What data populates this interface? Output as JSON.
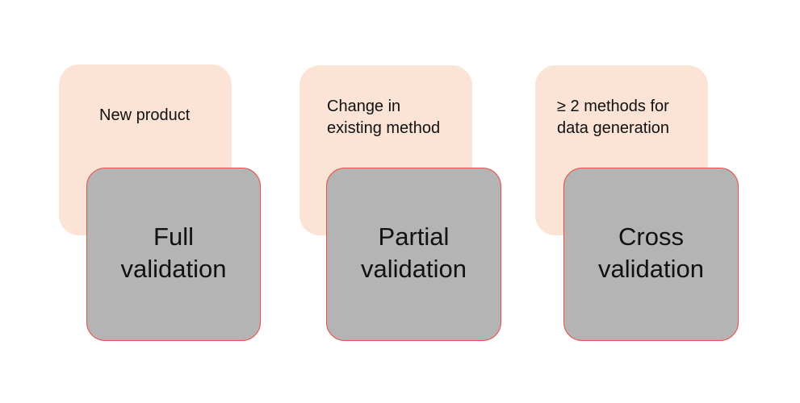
{
  "canvas": {
    "background": "#ffffff"
  },
  "colors": {
    "canvas_bg": "#ffffff",
    "peach_fill": "#fbe3d6",
    "gray_fill": "#b5b4b4",
    "red_border": "#e85048",
    "text_color": "#111111"
  },
  "cards": [
    {
      "condition": "New product",
      "condition_lines": [
        "New product",
        ""
      ],
      "validation": "Full validation",
      "validation_lines": [
        "Full",
        "validation"
      ]
    },
    {
      "condition": "Change in existing method",
      "condition_lines": [
        "Change in",
        "existing method"
      ],
      "validation": "Partial validation",
      "validation_lines": [
        "Partial",
        "validation"
      ]
    },
    {
      "condition": "≥ 2 methods for data generation",
      "condition_lines": [
        "≥ 2 methods for",
        "data generation"
      ],
      "validation": "Cross validation",
      "validation_lines": [
        "Cross",
        "validation"
      ]
    }
  ]
}
